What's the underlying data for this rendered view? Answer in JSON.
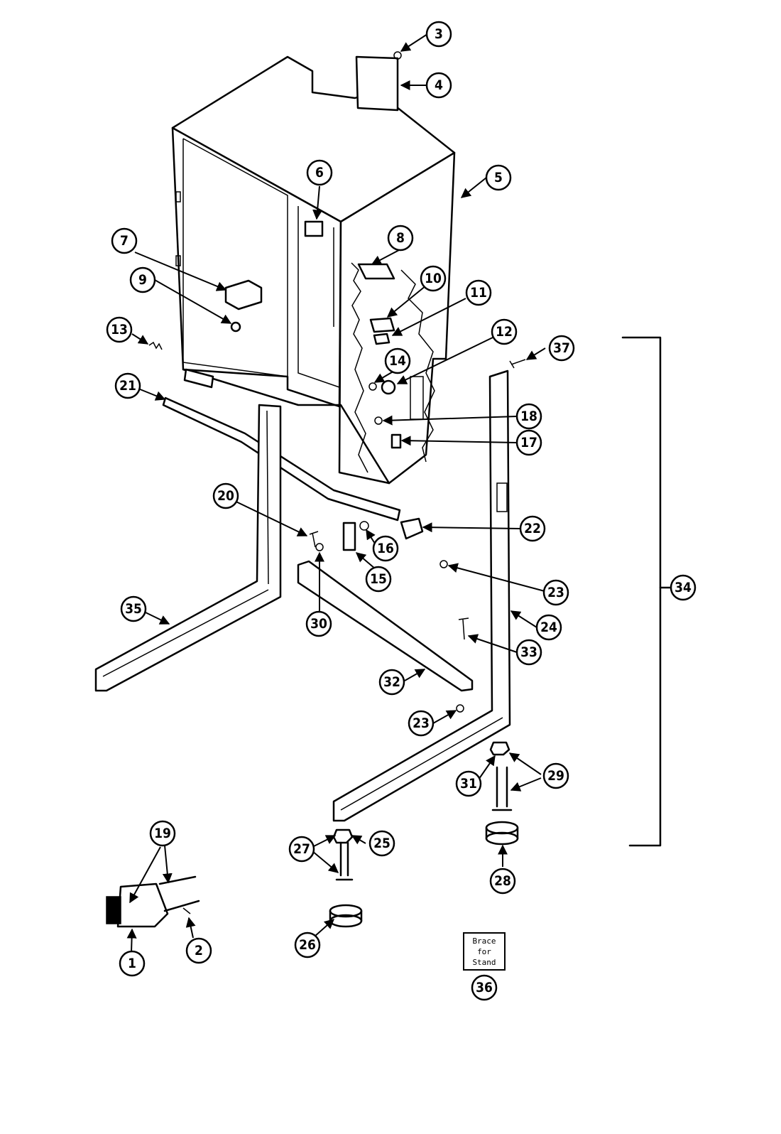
{
  "callouts": [
    "1",
    "2",
    "3",
    "4",
    "5",
    "6",
    "7",
    "8",
    "9",
    "10",
    "11",
    "12",
    "13",
    "14",
    "15",
    "16",
    "17",
    "18",
    "19",
    "20",
    "21",
    "22",
    "23",
    "23",
    "24",
    "25",
    "26",
    "27",
    "28",
    "29",
    "30",
    "31",
    "32",
    "33",
    "34",
    "35",
    "36",
    "37"
  ],
  "note": {
    "line1": "Brace",
    "line2": "for",
    "line3": "Stand"
  }
}
